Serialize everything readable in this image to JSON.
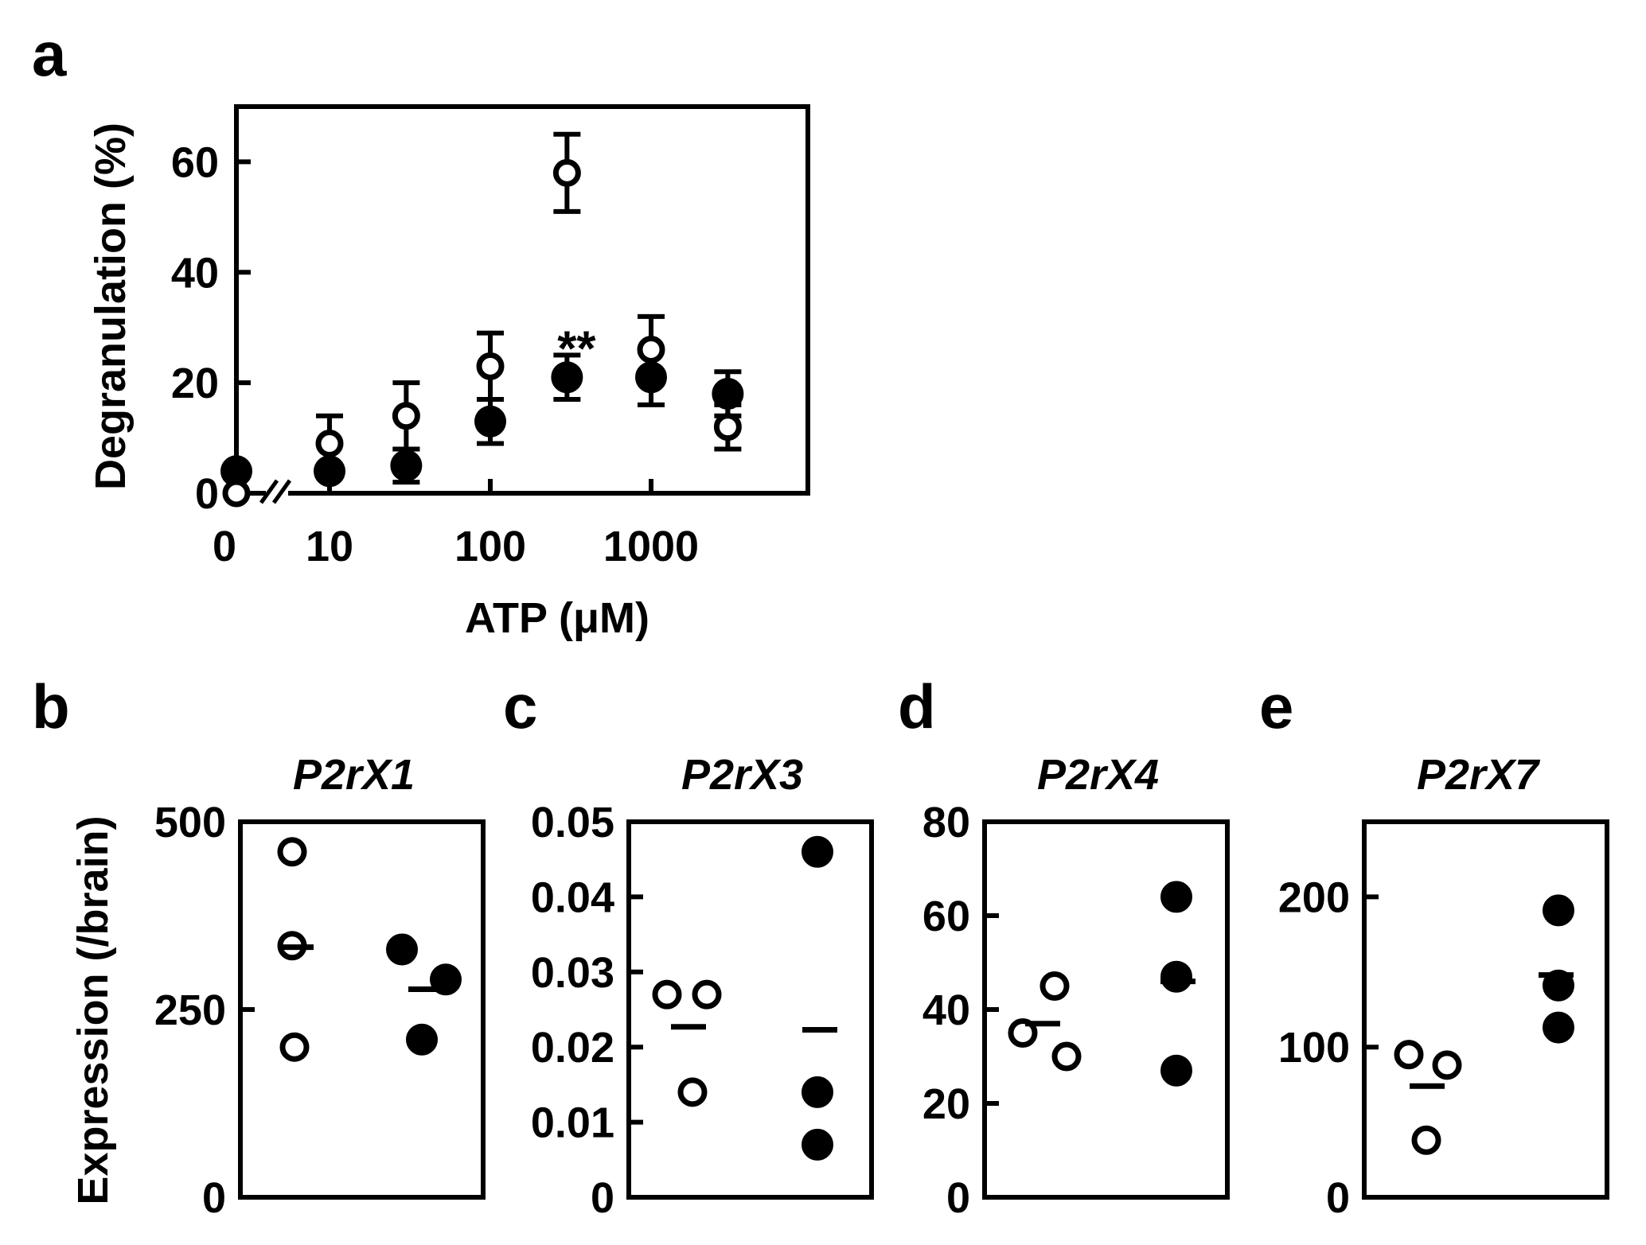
{
  "chart_data": [
    {
      "panel": "a",
      "type": "scatter",
      "xlabel": "ATP (μM)",
      "ylabel": "Degranulation (%)",
      "x_scale": "log",
      "x_tick_labels": [
        "0",
        "10",
        "100",
        "1000"
      ],
      "x_ticks": [
        0,
        10,
        100,
        1000
      ],
      "y_ticks": [
        0,
        20,
        40,
        60
      ],
      "ylim": [
        0,
        70
      ],
      "axis_break": true,
      "grid": false,
      "series": [
        {
          "marker": "open-circle",
          "x": [
            0,
            10,
            30,
            100,
            300,
            1000,
            3000
          ],
          "y": [
            0,
            9,
            14,
            23,
            58,
            26,
            12
          ],
          "error": [
            0,
            5,
            6,
            6,
            7,
            6,
            4
          ]
        },
        {
          "marker": "filled-circle",
          "x": [
            0,
            10,
            30,
            100,
            300,
            1000,
            3000
          ],
          "y": [
            4,
            4,
            5,
            13,
            21,
            21,
            18
          ],
          "error": [
            0,
            0,
            3,
            4,
            4,
            5,
            4
          ]
        }
      ],
      "annotations": [
        {
          "text": "**",
          "x": 300,
          "y": 28
        }
      ]
    },
    {
      "panel": "b",
      "type": "scatter",
      "title": "P2rX1",
      "ylabel": "Expression (/brain)",
      "y_ticks": [
        0,
        250,
        500
      ],
      "y_tick_labels": [
        "0",
        "250",
        "500"
      ],
      "ylim": [
        0,
        500
      ],
      "groups": [
        {
          "marker": "open-circle",
          "values": [
            460,
            335,
            200
          ],
          "mean": 333
        },
        {
          "marker": "filled-circle",
          "values": [
            330,
            290,
            210
          ],
          "mean": 277
        }
      ]
    },
    {
      "panel": "c",
      "type": "scatter",
      "title": "P2rX3",
      "y_ticks": [
        0,
        0.01,
        0.02,
        0.03,
        0.04,
        0.05
      ],
      "y_tick_labels": [
        "0",
        "0.01",
        "0.02",
        "0.03",
        "0.04",
        "0.05"
      ],
      "ylim": [
        0,
        0.05
      ],
      "groups": [
        {
          "marker": "open-circle",
          "values": [
            0.027,
            0.027,
            0.014
          ],
          "mean": 0.0227
        },
        {
          "marker": "filled-circle",
          "values": [
            0.046,
            0.014,
            0.007
          ],
          "mean": 0.0223
        }
      ]
    },
    {
      "panel": "d",
      "type": "scatter",
      "title": "P2rX4",
      "y_ticks": [
        0,
        20,
        40,
        60,
        80
      ],
      "y_tick_labels": [
        "0",
        "20",
        "40",
        "60",
        "80"
      ],
      "ylim": [
        0,
        80
      ],
      "groups": [
        {
          "marker": "open-circle",
          "values": [
            45,
            35,
            30
          ],
          "mean": 37
        },
        {
          "marker": "filled-circle",
          "values": [
            64,
            47,
            27
          ],
          "mean": 46
        }
      ]
    },
    {
      "panel": "e",
      "type": "scatter",
      "title": "P2rX7",
      "y_ticks": [
        0,
        100,
        200
      ],
      "y_tick_labels": [
        "0",
        "100",
        "200"
      ],
      "ylim": [
        0,
        250
      ],
      "groups": [
        {
          "marker": "open-circle",
          "values": [
            95,
            88,
            38
          ],
          "mean": 74
        },
        {
          "marker": "filled-circle",
          "values": [
            191,
            141,
            113
          ],
          "mean": 148
        }
      ]
    }
  ]
}
